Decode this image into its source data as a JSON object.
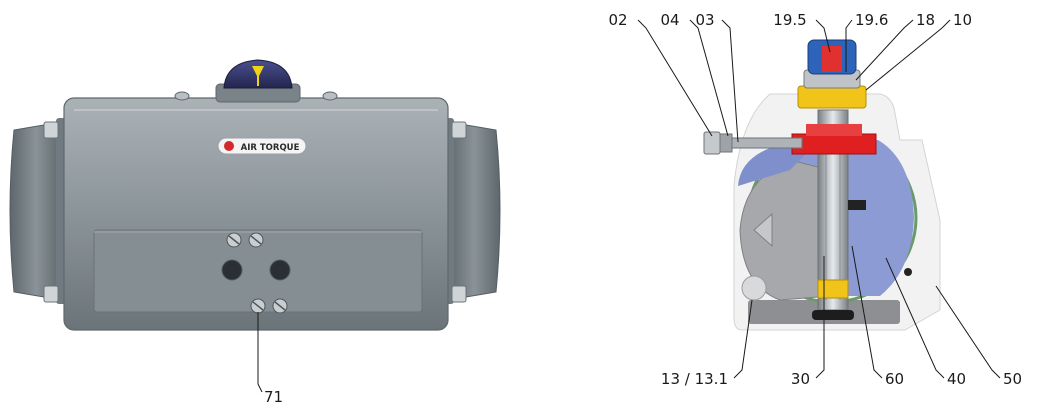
{
  "brand": {
    "logo_text": "AIR TORQUE"
  },
  "callouts": {
    "c02": "02",
    "c04": "04",
    "c03": "03",
    "c195": "19.5",
    "c196": "19.6",
    "c18": "18",
    "c10": "10",
    "c13": "13 / 13.1",
    "c30": "30",
    "c60": "60",
    "c40": "40",
    "c50": "50",
    "c71": "71"
  },
  "colors": {
    "body": "#8b9499",
    "cap": "#6f787d",
    "indicator": "#2e3363",
    "indicator_mark": "#f1d21a",
    "piston_blue": "#8c9bd3",
    "red_part": "#e02020",
    "yellow_part": "#f0c419",
    "housing": "#f2f2f2"
  }
}
